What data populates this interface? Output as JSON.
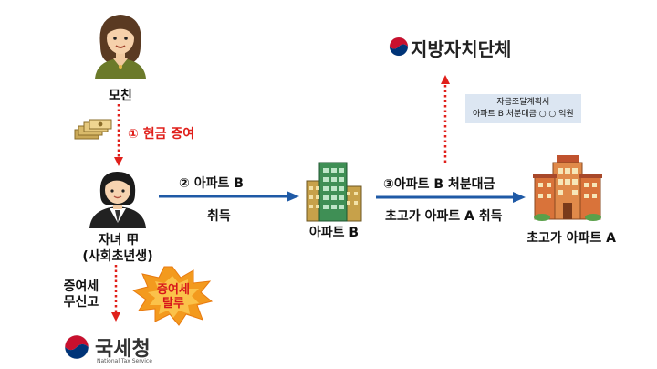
{
  "diagram": {
    "mother_label": "모친",
    "cash_gift_label": "① 현금 증여",
    "child_label": "자녀 甲",
    "child_sub_label": "(사회초년생)",
    "step2_label": "② 아파트 B",
    "step2_sub_label": "취득",
    "apartment_b_label": "아파트 B",
    "step3_label": "③아파트 B 처분대금",
    "step3_sub_label": "초고가 아파트 A 취득",
    "apartment_a_label": "초고가 아파트 A",
    "local_gov_label": "지방자치단체",
    "funding_plan_title": "자금조달계획서",
    "funding_plan_detail": "아파트 B 처분대금 ○ ○ 억원",
    "unreported_gift_line1": "증여세",
    "unreported_gift_line2": "무신고",
    "tax_evasion_line1": "증여세",
    "tax_evasion_line2": "탈루",
    "nts_label": "국세청",
    "nts_sub_label": "National Tax Service"
  },
  "colors": {
    "red_arrow": "#e0201b",
    "blue_arrow": "#1f5aa6",
    "burst_fill": "#f39a1e",
    "burst_text": "#d8161b",
    "plan_box_bg": "#dce6f2"
  }
}
